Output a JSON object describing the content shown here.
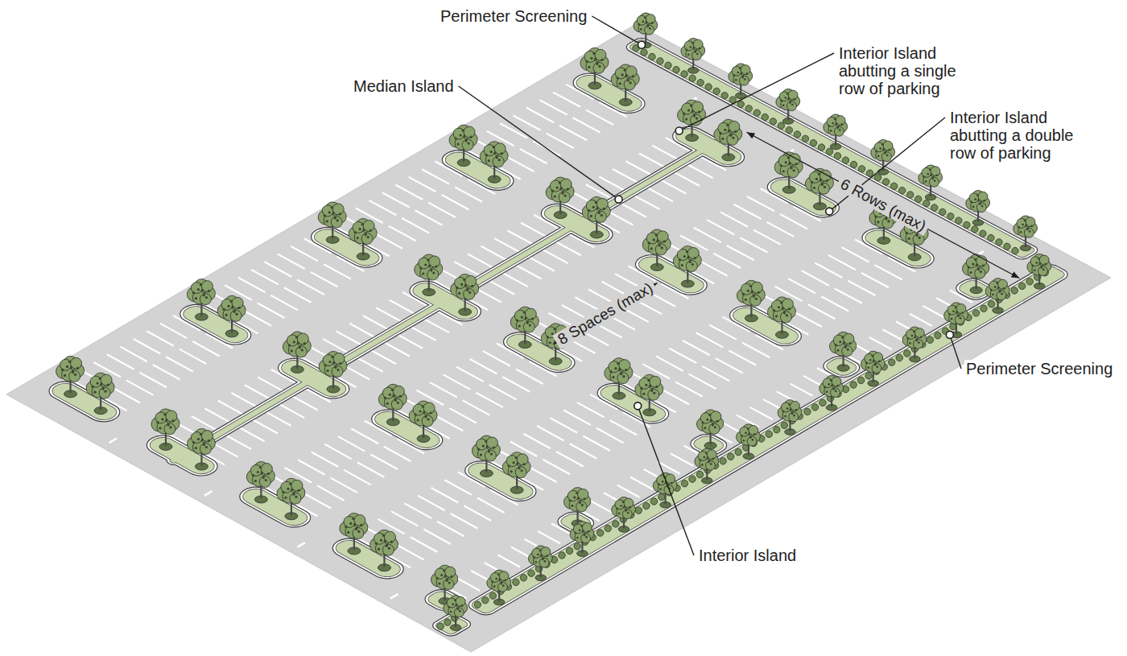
{
  "diagram": {
    "labels": [
      "Perimeter Screening",
      "Interior Island abutting a single row of parking",
      "Median Island",
      "Interior Island abutting a double row of parking",
      "6 Rows (max)",
      "8 Spaces (max)",
      "Perimeter Screening",
      "Interior Island"
    ]
  }
}
